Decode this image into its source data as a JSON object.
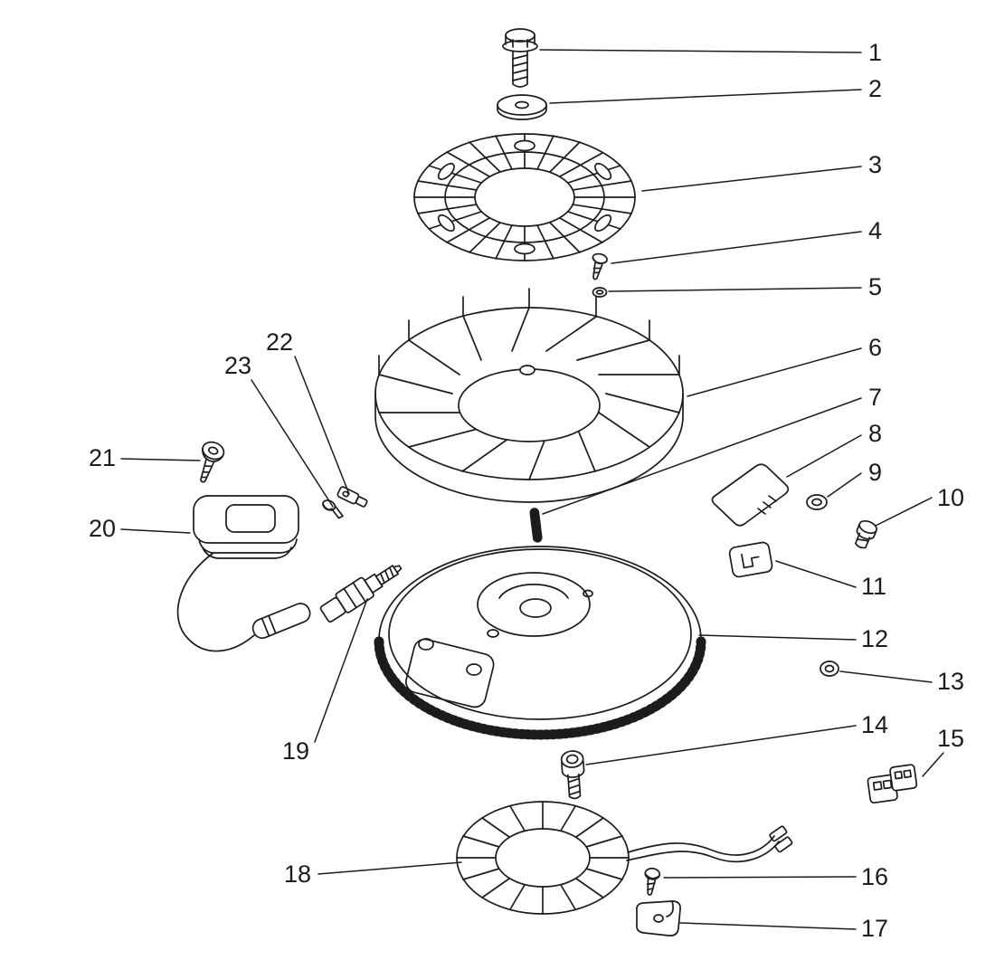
{
  "colors": {
    "ink": "#1c1c1c",
    "background": "#ffffff"
  },
  "callouts": [
    "1",
    "2",
    "3",
    "4",
    "5",
    "6",
    "7",
    "8",
    "9",
    "10",
    "11",
    "12",
    "13",
    "14",
    "15",
    "16",
    "17",
    "18",
    "19",
    "20",
    "21",
    "22",
    "23"
  ]
}
